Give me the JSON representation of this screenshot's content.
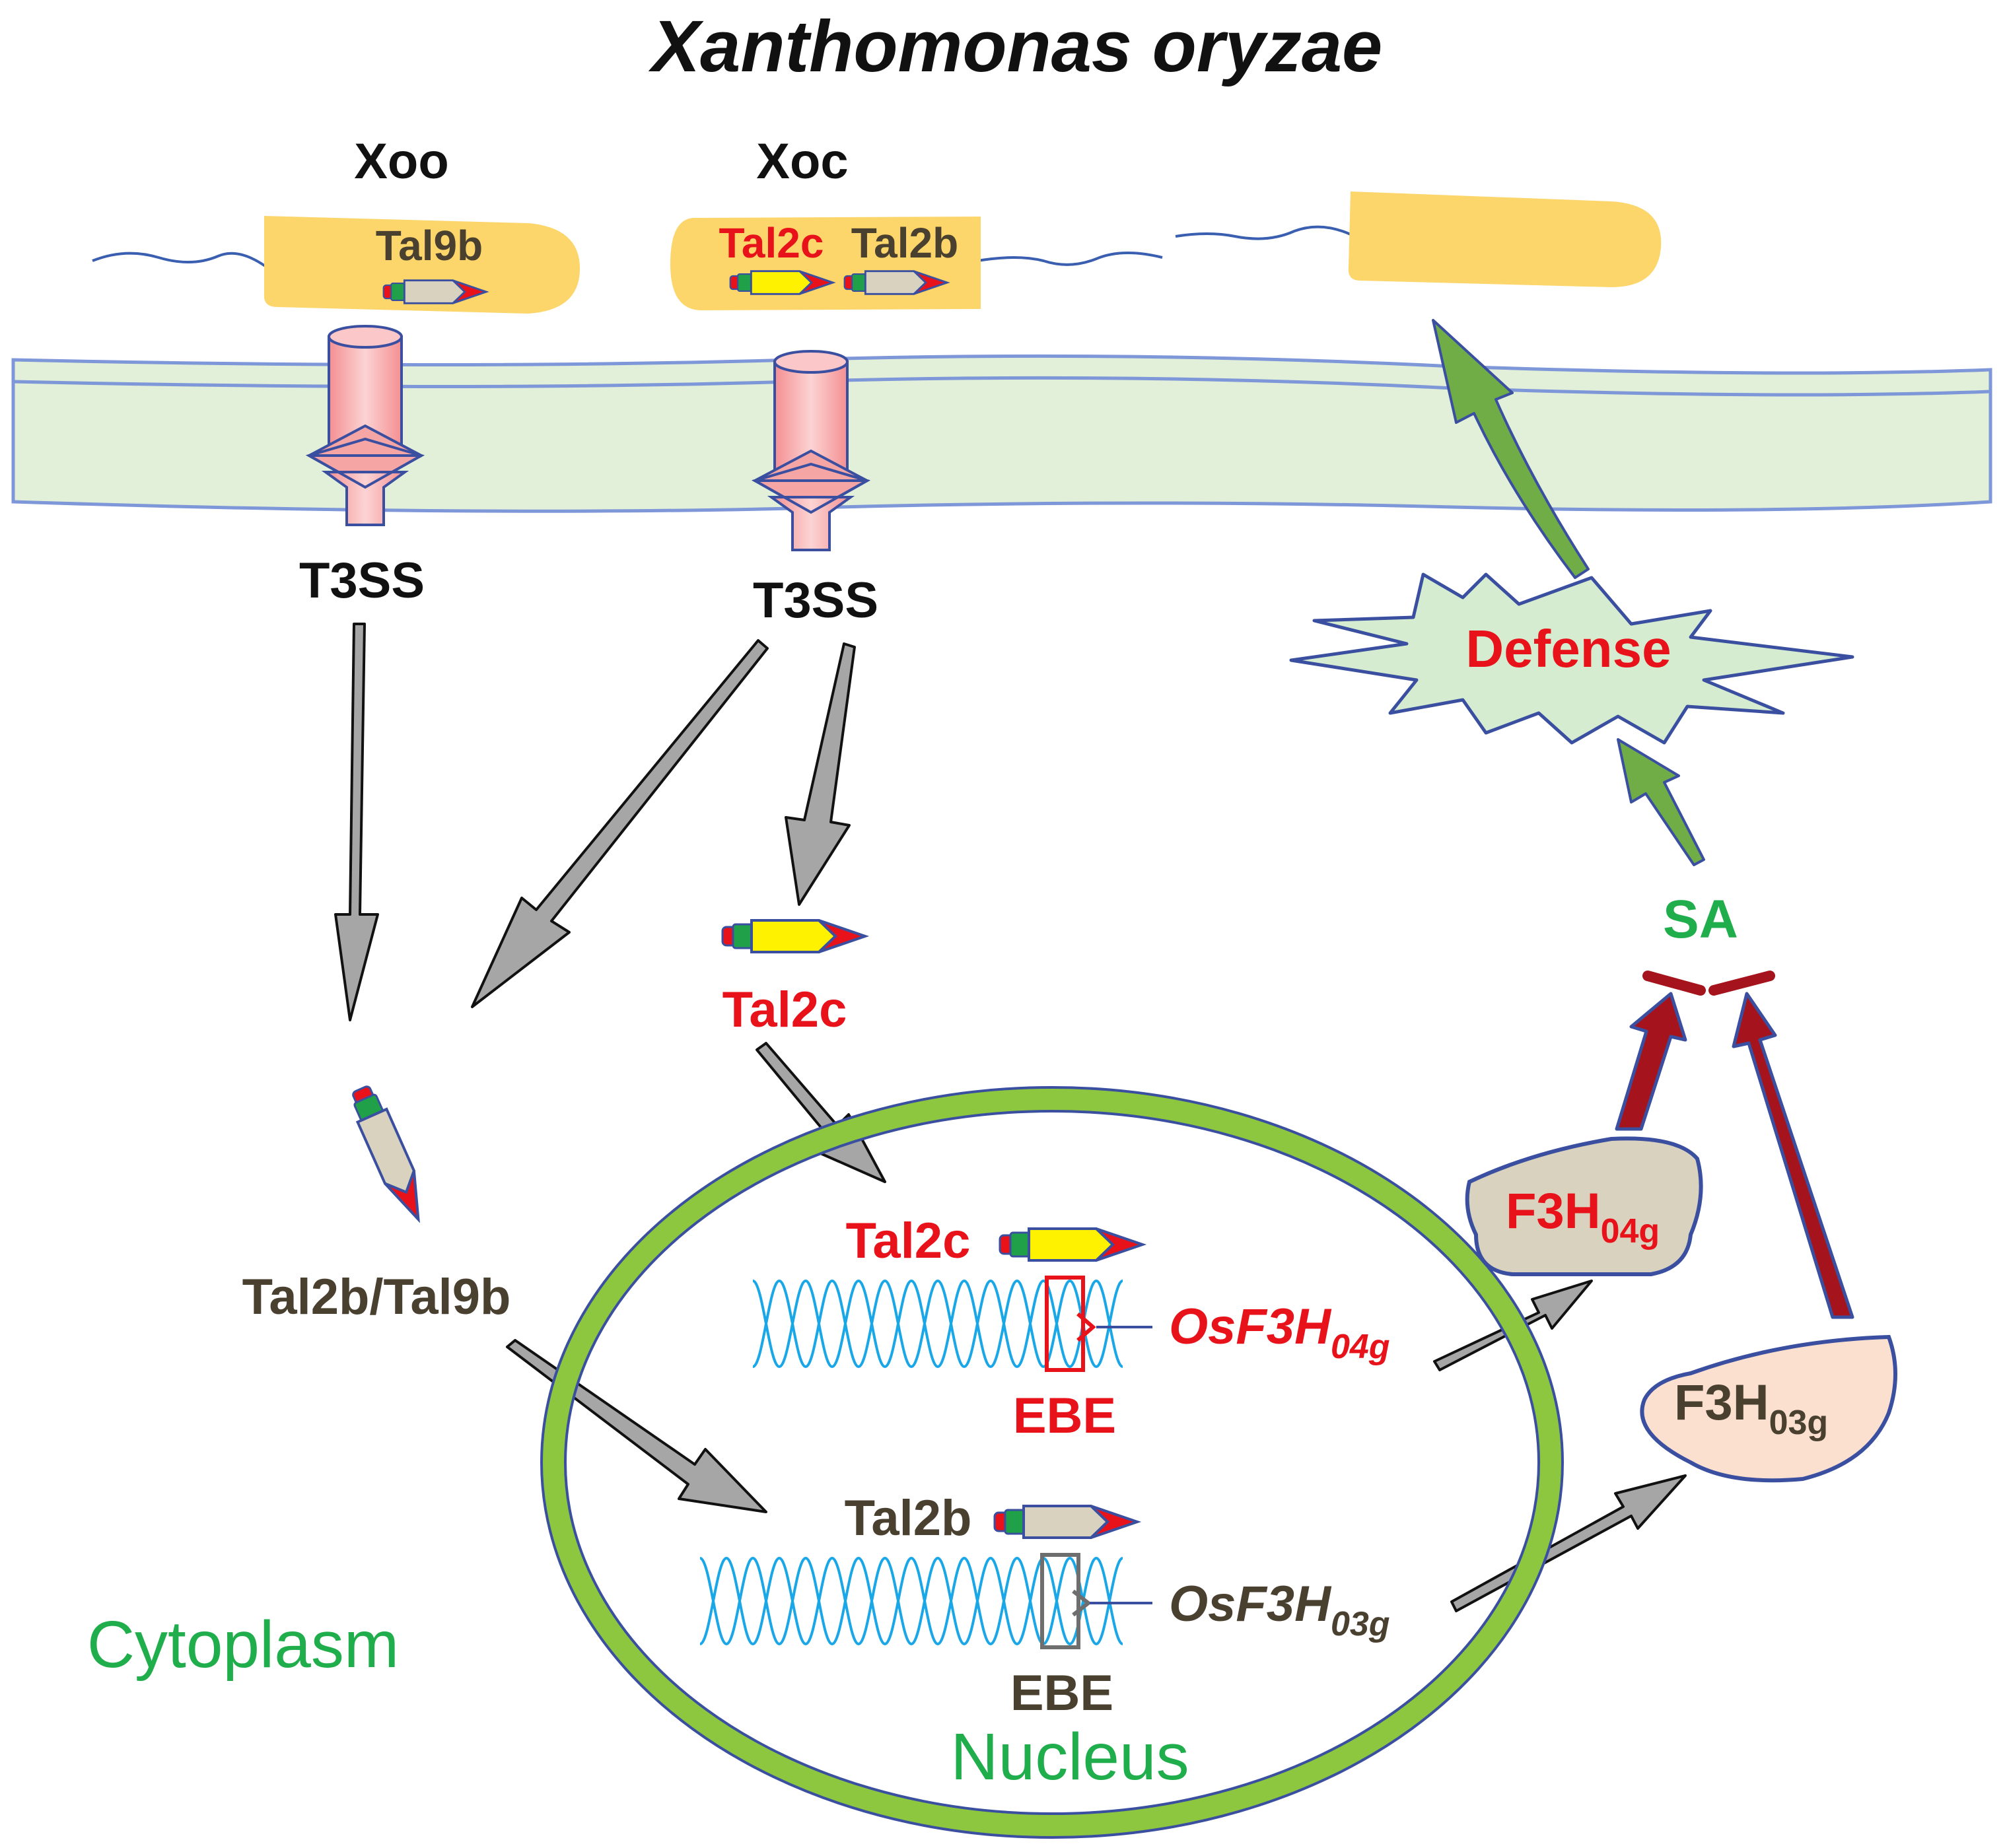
{
  "title": "Xanthomonas oryzae",
  "strains": {
    "xoo": "Xoo",
    "xoc": "Xoc"
  },
  "bacteria_labels": {
    "tal9b": "Tal9b",
    "tal2c": "Tal2c",
    "tal2b": "Tal2b"
  },
  "secretion": {
    "left": "T3SS",
    "right": "T3SS"
  },
  "cytoplasm_effectors": {
    "tal2c": "Tal2c",
    "tal2b_tal9b": "Tal2b/Tal9b"
  },
  "nucleus": {
    "label": "Nucleus",
    "upper": {
      "effector": "Tal2c",
      "element": "EBE",
      "gene": "OsF3H",
      "gene_sub": "04g"
    },
    "lower": {
      "effector": "Tal2b",
      "element": "EBE",
      "gene": "OsF3H",
      "gene_sub": "03g"
    }
  },
  "compartment": {
    "cytoplasm": "Cytoplasm"
  },
  "proteins": {
    "f3h04": {
      "name": "F3H",
      "sub": "04g"
    },
    "f3h03": {
      "name": "F3H",
      "sub": "03g"
    }
  },
  "metabolite": "SA",
  "response": "Defense",
  "colors": {
    "red": "#e8121a",
    "green": "#1fae4b",
    "olive": "#4a4030",
    "bacterium": "#fcd66a",
    "cell_wall": "#e2efd9",
    "nucleus_ring": "#8dc63f",
    "dna": "#1aa7e8",
    "t3ss": "#f6a5a5",
    "tal_body": "#d9d2bf",
    "tal_yellow": "#fff200",
    "arrow_grey": "#a6a6a6",
    "arrow_green": "#70ad47",
    "inhibit": "#a5141c",
    "outline": "#3a4fa0"
  }
}
